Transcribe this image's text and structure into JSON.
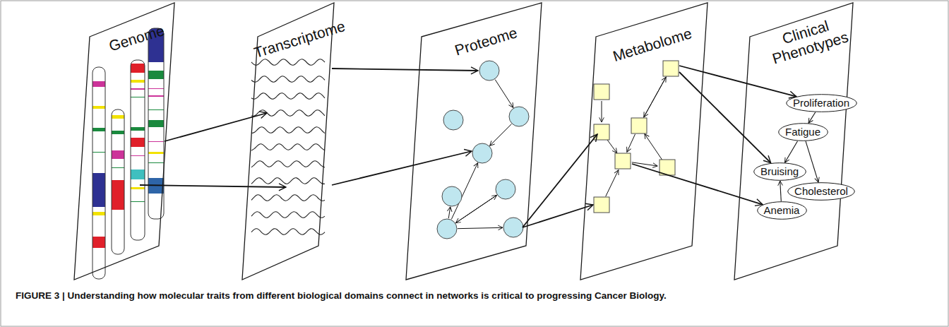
{
  "diagram": {
    "caption": "FIGURE 3 | Understanding how molecular traits from different biological domains connect in networks is critical to progressing Cancer Biology.",
    "nodes": [
      {
        "text": [
          "Genome"
        ]
      },
      {
        "text": [
          "Transcriptome"
        ]
      },
      {
        "text": [
          "Proteome"
        ]
      },
      {
        "text": [
          "Metabolome"
        ]
      },
      {
        "text": [
          "Clinical Phenotypes"
        ]
      },
      {
        "text": [
          "Proliferation"
        ],
        "in": 4
      },
      {
        "text": [
          "Fatigue"
        ],
        "in": 4
      },
      {
        "text": [
          "Bruising"
        ],
        "in": 4
      },
      {
        "text": [
          "Cholesterol"
        ],
        "in": 4
      },
      {
        "text": [
          "Anemia"
        ],
        "in": 4
      }
    ],
    "edges": [
      {
        "from": 0,
        "to": 1,
        "arrow": "to"
      },
      {
        "from": 0,
        "to": 1,
        "arrow": "to"
      },
      {
        "from": 1,
        "to": 2,
        "arrow": "to"
      },
      {
        "from": 1,
        "to": 2,
        "arrow": "to"
      },
      {
        "from": 2,
        "to": 3,
        "arrow": "to"
      },
      {
        "from": 2,
        "to": 3,
        "arrow": "to"
      },
      {
        "from": 3,
        "to": 5,
        "arrow": "to"
      },
      {
        "from": 3,
        "to": 7,
        "arrow": "to"
      },
      {
        "from": 3,
        "to": 9,
        "arrow": "to"
      },
      {
        "from": 5,
        "to": 6,
        "arrow": "to"
      },
      {
        "from": 6,
        "to": 7,
        "arrow": "to"
      },
      {
        "from": 6,
        "to": 8,
        "arrow": "to"
      },
      {
        "from": 9,
        "to": 7,
        "arrow": "to"
      }
    ]
  }
}
